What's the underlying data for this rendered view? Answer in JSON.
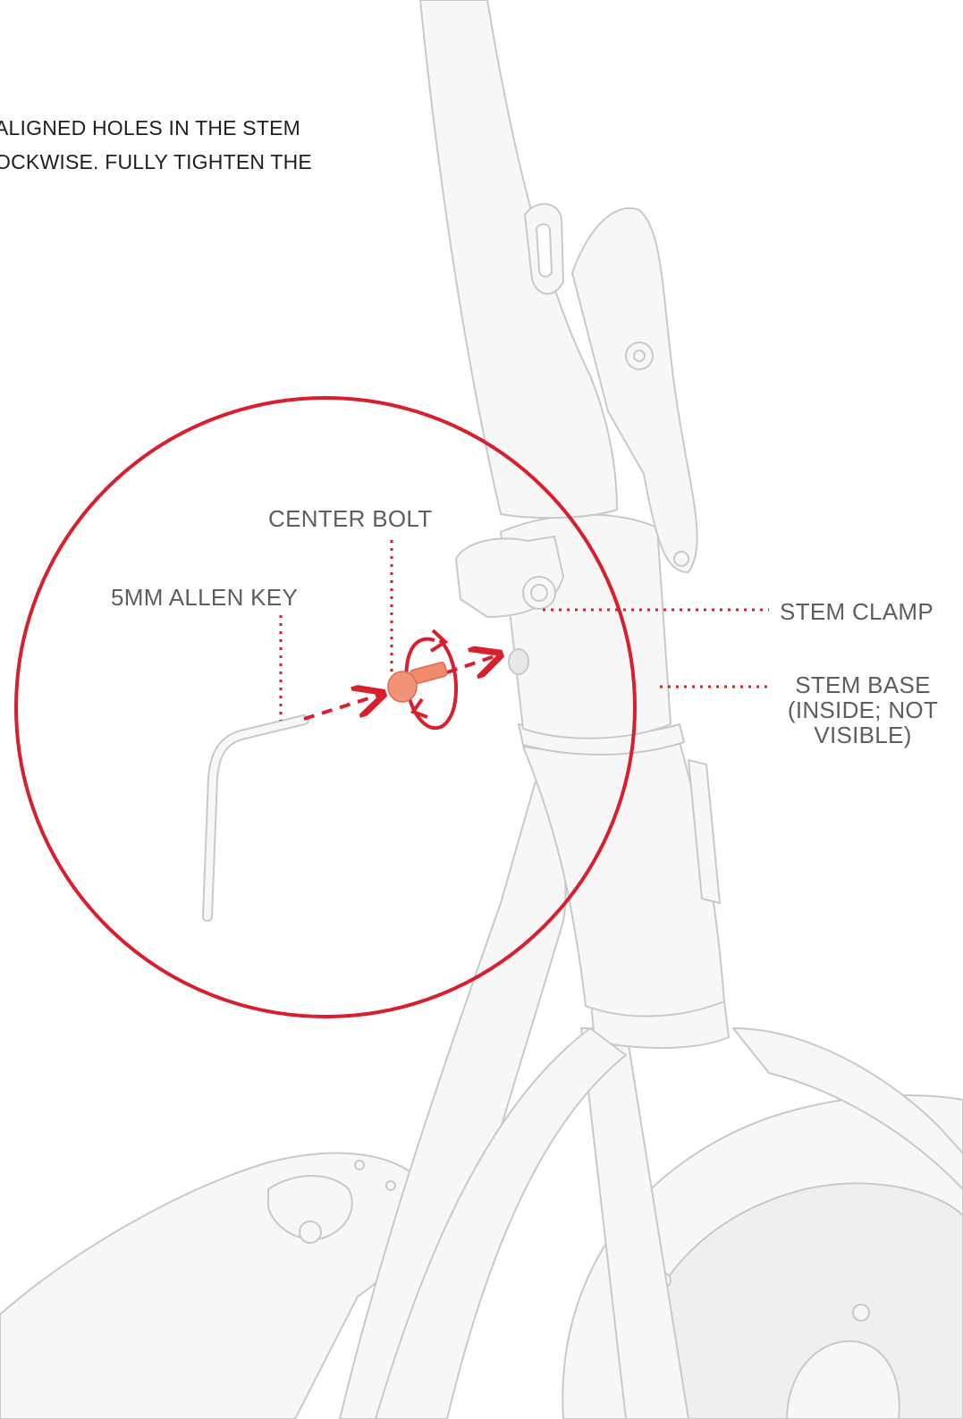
{
  "instructions": {
    "line1": "ALIGNED HOLES IN THE STEM",
    "line2": "OCKWISE. FULLY TIGHTEN THE"
  },
  "callouts": {
    "center_bolt": "CENTER BOLT",
    "allen_key": "5MM ALLEN KEY",
    "stem_clamp": "STEM CLAMP",
    "stem_base_line1": "STEM BASE",
    "stem_base_line2": "(INSIDE; NOT",
    "stem_base_line3": "VISIBLE)"
  },
  "colors": {
    "accent_red": "#d81f2e",
    "bolt_orange": "#f08a6b",
    "part_outline": "#c9c9c9",
    "part_fill": "#f7f7f7",
    "label_gray": "#5e5e5e"
  }
}
